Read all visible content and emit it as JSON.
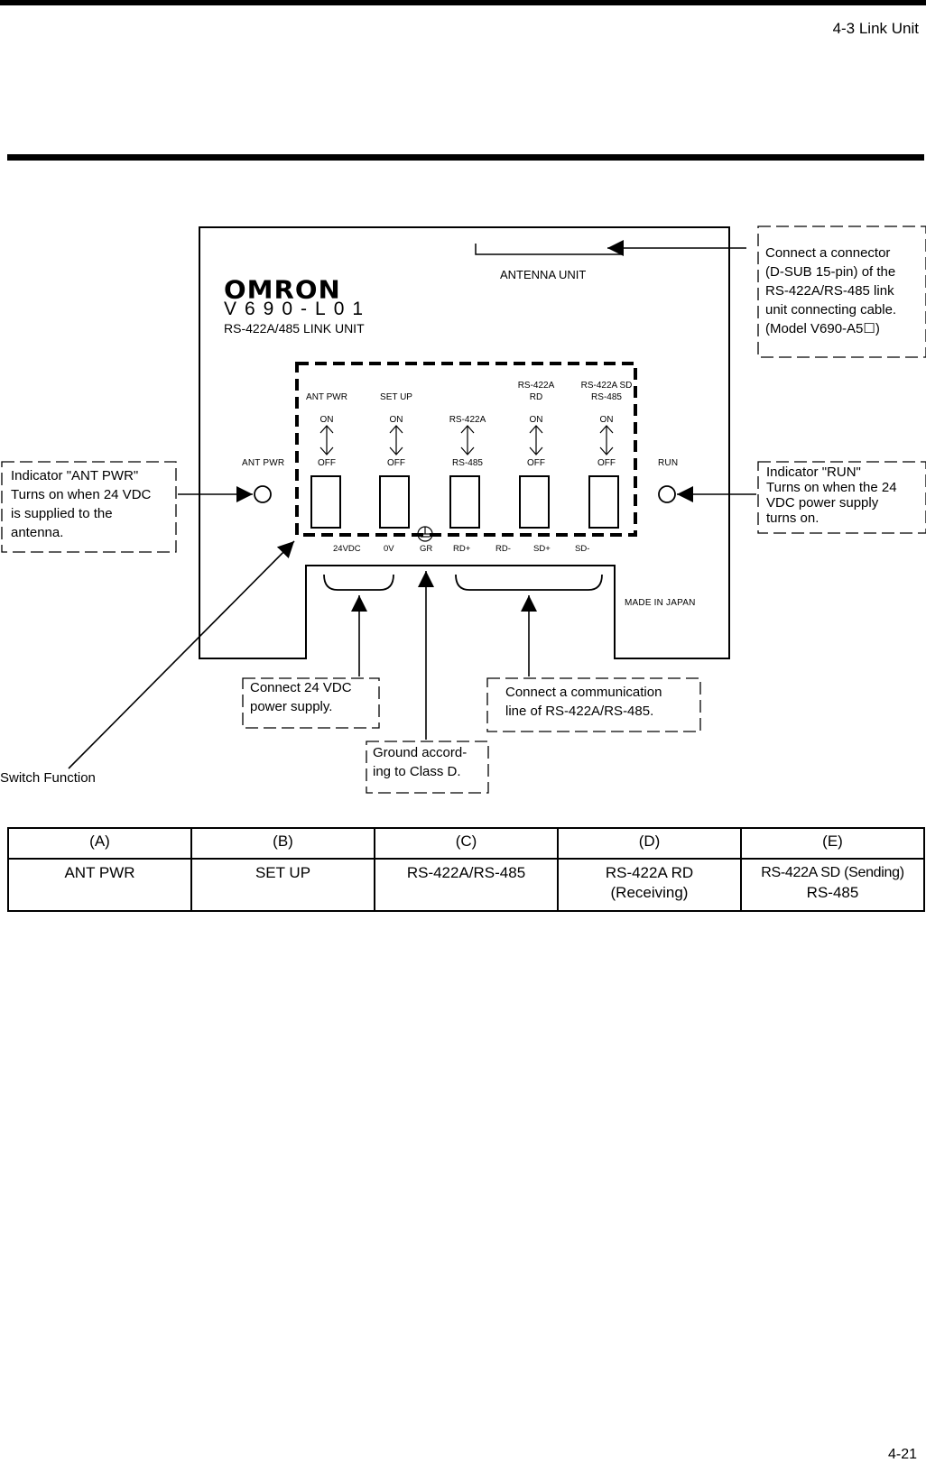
{
  "header": {
    "section_title": "4-3 Link Unit"
  },
  "footer": {
    "page_number": "4-21"
  },
  "panel": {
    "brand_logo": "OMRON",
    "model": "V690-L01",
    "subtitle": "RS-422A/485 LINK UNIT",
    "antenna_label": "ANTENNA UNIT",
    "made_in": "MADE IN JAPAN",
    "indicator_left": "ANT PWR",
    "indicator_right": "RUN",
    "switches": [
      {
        "title1": "",
        "title2": "ANT PWR",
        "top": "ON",
        "bottom": "OFF"
      },
      {
        "title1": "",
        "title2": "SET UP",
        "top": "ON",
        "bottom": "OFF"
      },
      {
        "title1": "",
        "title2": "",
        "top": "RS-422A",
        "bottom": "RS-485"
      },
      {
        "title1": "RS-422A",
        "title2": "RD",
        "top": "ON",
        "bottom": "OFF"
      },
      {
        "title1": "RS-422A SD",
        "title2": "RS-485",
        "top": "ON",
        "bottom": "OFF"
      }
    ],
    "terminals": [
      "24VDC",
      "0V",
      "GR",
      "RD+",
      "RD-",
      "SD+",
      "SD-"
    ]
  },
  "callouts": {
    "connector": [
      "Connect a connector",
      "(D-SUB 15-pin) of the",
      "RS-422A/RS-485 link",
      "unit connecting cable.",
      "(Model V690-A5☐)"
    ],
    "ant_pwr": [
      "Indicator \"ANT PWR\"",
      "Turns on when 24 VDC",
      "is supplied to the",
      "antenna."
    ],
    "run": [
      "Indicator \"RUN\"",
      "Turns on when the 24",
      "VDC power supply",
      "turns on."
    ],
    "power": [
      "Connect 24 VDC",
      "power supply."
    ],
    "comm": [
      "Connect a communication",
      "line of RS-422A/RS-485."
    ],
    "ground": [
      "Ground accord-",
      "ing to Class D."
    ],
    "switch_function": "Switch Function"
  },
  "table": {
    "headers": [
      "(A)",
      "(B)",
      "(C)",
      "(D)",
      "(E)"
    ],
    "rows": [
      [
        [
          "ANT PWR"
        ],
        [
          "SET UP"
        ],
        [
          "RS-422A/RS-485"
        ],
        [
          "RS-422A RD",
          "(Receiving)"
        ],
        [
          "RS-422A SD (Sending)",
          "RS-485"
        ]
      ]
    ]
  }
}
